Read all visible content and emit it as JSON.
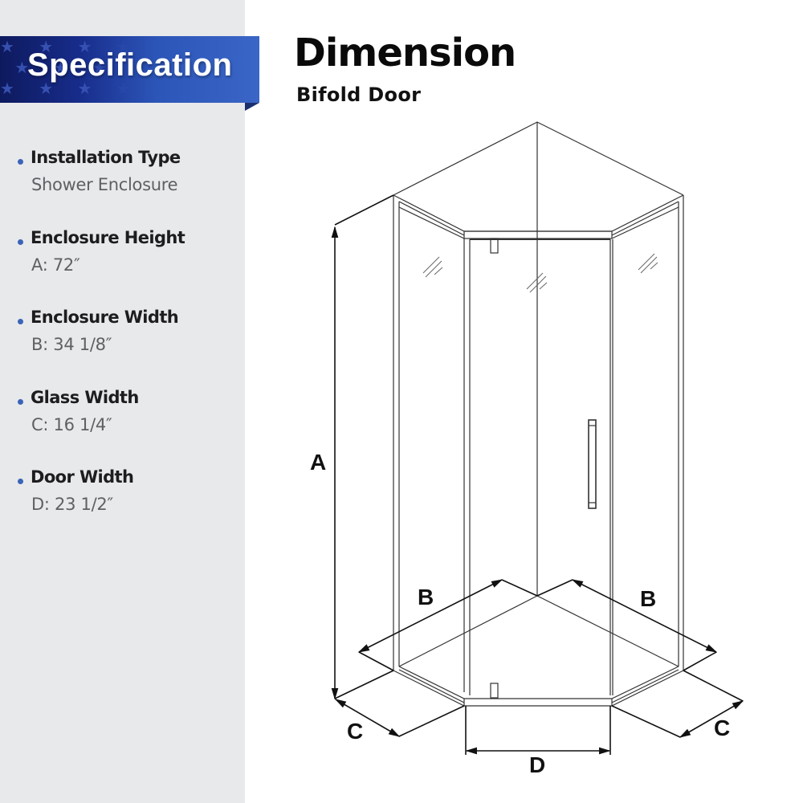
{
  "banner": {
    "title": "Specification",
    "stars": "★ ★ ★ ★\n ★ ★ ★ ★\n★ ★ ★ ★\n ★ ★ ★ ★",
    "colors": {
      "dark": "#0e1a5e",
      "light": "#3a66c7"
    }
  },
  "specs": [
    {
      "label": "Installation Type",
      "value": "Shower Enclosure"
    },
    {
      "label": "Enclosure Height",
      "value": "A: 72″"
    },
    {
      "label": "Enclosure Width",
      "value": "B: 34 1/8″"
    },
    {
      "label": "Glass Width",
      "value": "C: 16 1/4″"
    },
    {
      "label": "Door Width",
      "value": "D: 23 1/2″"
    }
  ],
  "dimension": {
    "title": "Dimension",
    "subtitle": "Bifold Door",
    "labels": {
      "A": "A",
      "B_left": "B",
      "B_right": "B",
      "C_left": "C",
      "C_right": "C",
      "D": "D"
    }
  },
  "accent_color": "#3b64b8"
}
